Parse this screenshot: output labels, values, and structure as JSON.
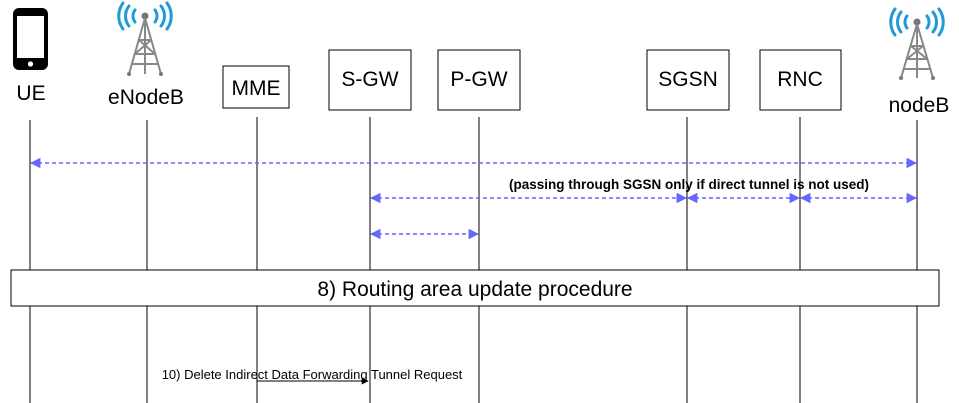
{
  "entities": {
    "ue": "UE",
    "enodeb": "eNodeB",
    "mme": "MME",
    "sgw": "S-GW",
    "pgw": "P-GW",
    "sgsn": "SGSN",
    "rnc": "RNC",
    "nodeb": "nodeB"
  },
  "notes": {
    "direct_tunnel": "(passing through SGSN only if direct tunnel is not used)"
  },
  "procedure": {
    "label": "8) Routing area update procedure"
  },
  "messages": {
    "delete_tunnel": "10) Delete Indirect Data Forwarding Tunnel Request"
  },
  "colors": {
    "dashed_arrow": "#6666ff",
    "lifeline": "#000000",
    "signal_blue": "#1e9bd7"
  }
}
